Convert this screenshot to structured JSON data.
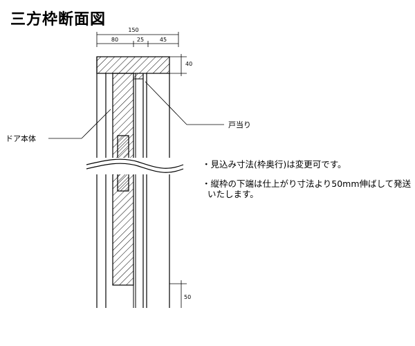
{
  "title": "三方枠断面図",
  "dimensions": {
    "overall": "150",
    "part1": "80",
    "part2": "25",
    "part3": "45",
    "top_height": "40",
    "bottom_extension": "50"
  },
  "labels": {
    "door_body": "ドア本体",
    "door_stop": "戸当り"
  },
  "notes": [
    "・見込み寸法(枠奥行)は変更可です。",
    "・縦枠の下端は仕上がり寸法より50mm伸ばして発送",
    "いたします。"
  ]
}
